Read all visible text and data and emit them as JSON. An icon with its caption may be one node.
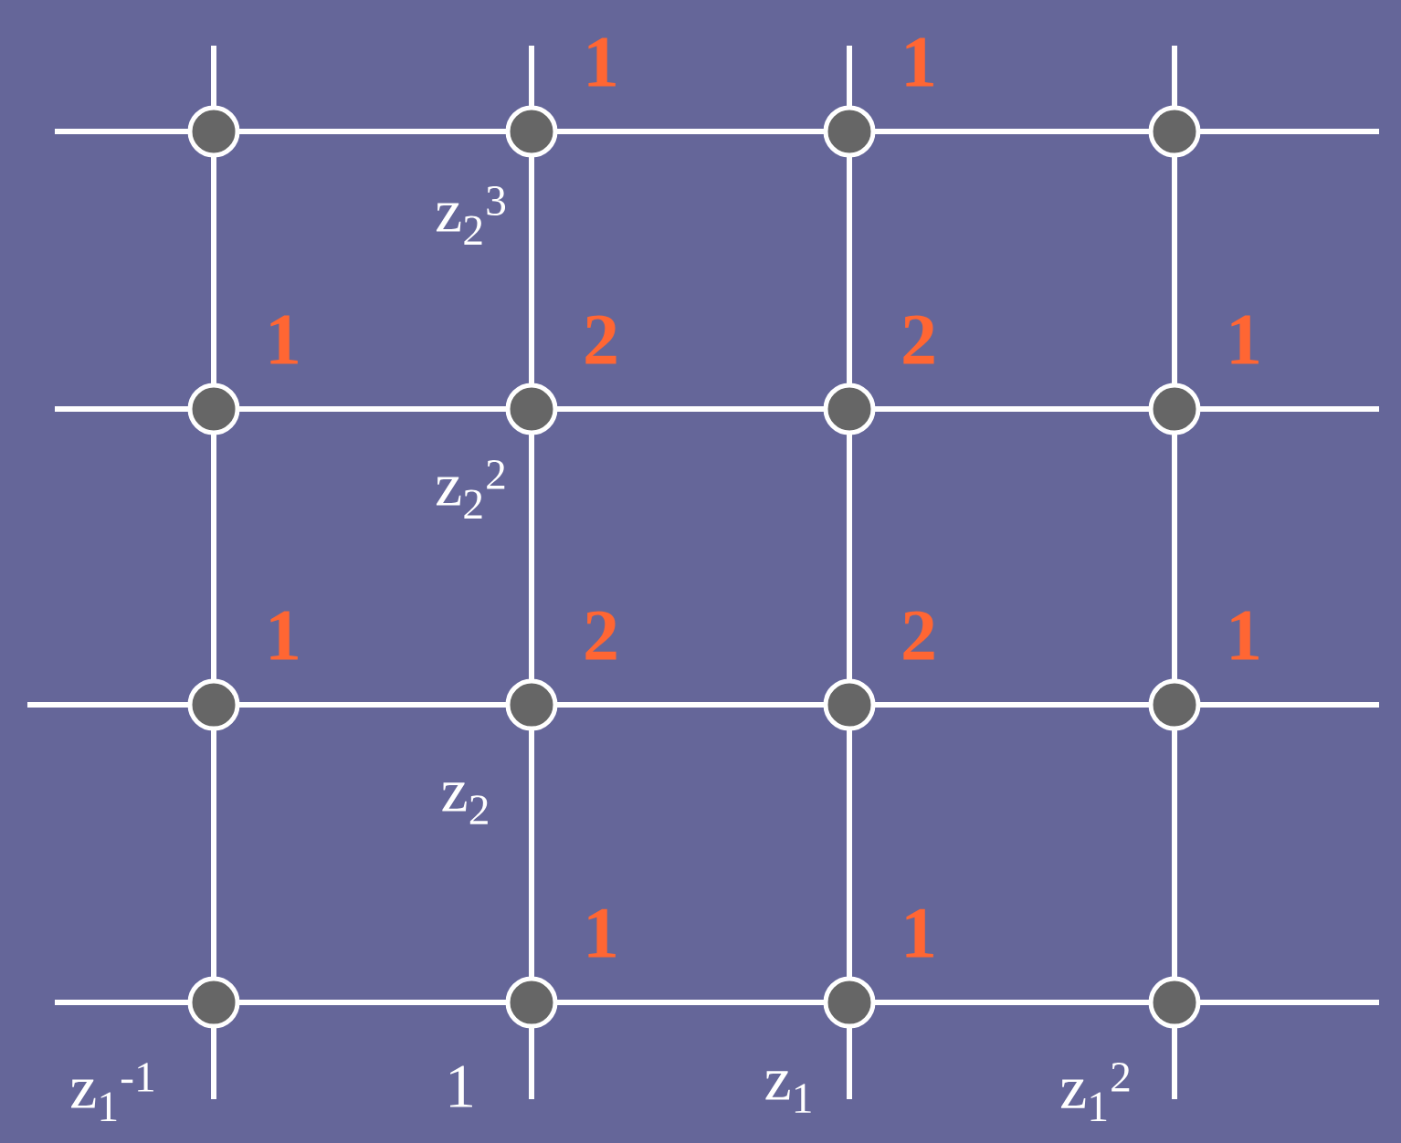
{
  "diagram": {
    "nodes": [
      {
        "text": [],
        "shape": "circle"
      },
      {
        "text": [],
        "shape": "circle",
        "beside": [
          "1"
        ]
      },
      {
        "text": [],
        "shape": "circle",
        "beside": [
          "1"
        ]
      },
      {
        "text": [],
        "shape": "circle"
      },
      {
        "text": [],
        "shape": "circle",
        "beside": [
          "1"
        ]
      },
      {
        "text": [],
        "shape": "circle",
        "beside": [
          "2"
        ]
      },
      {
        "text": [],
        "shape": "circle",
        "beside": [
          "2"
        ]
      },
      {
        "text": [],
        "shape": "circle",
        "beside": [
          "1"
        ]
      },
      {
        "text": [],
        "shape": "circle",
        "beside": [
          "1"
        ]
      },
      {
        "text": [],
        "shape": "circle",
        "beside": [
          "2"
        ]
      },
      {
        "text": [],
        "shape": "circle",
        "beside": [
          "2"
        ]
      },
      {
        "text": [],
        "shape": "circle",
        "beside": [
          "1"
        ]
      },
      {
        "text": [],
        "shape": "circle"
      },
      {
        "text": [],
        "shape": "circle",
        "beside": [
          "1"
        ]
      },
      {
        "text": [],
        "shape": "circle",
        "beside": [
          "1"
        ]
      },
      {
        "text": [],
        "shape": "circle"
      }
    ],
    "labels": [
      "z$_{2}$$^{3}$",
      "z$_{2}$$^{2}$",
      "z$_{2}$",
      "z$_{1}$$^{-1}$",
      "1",
      "z$_{1}$",
      "z$_{1}$$^{2}$"
    ]
  }
}
